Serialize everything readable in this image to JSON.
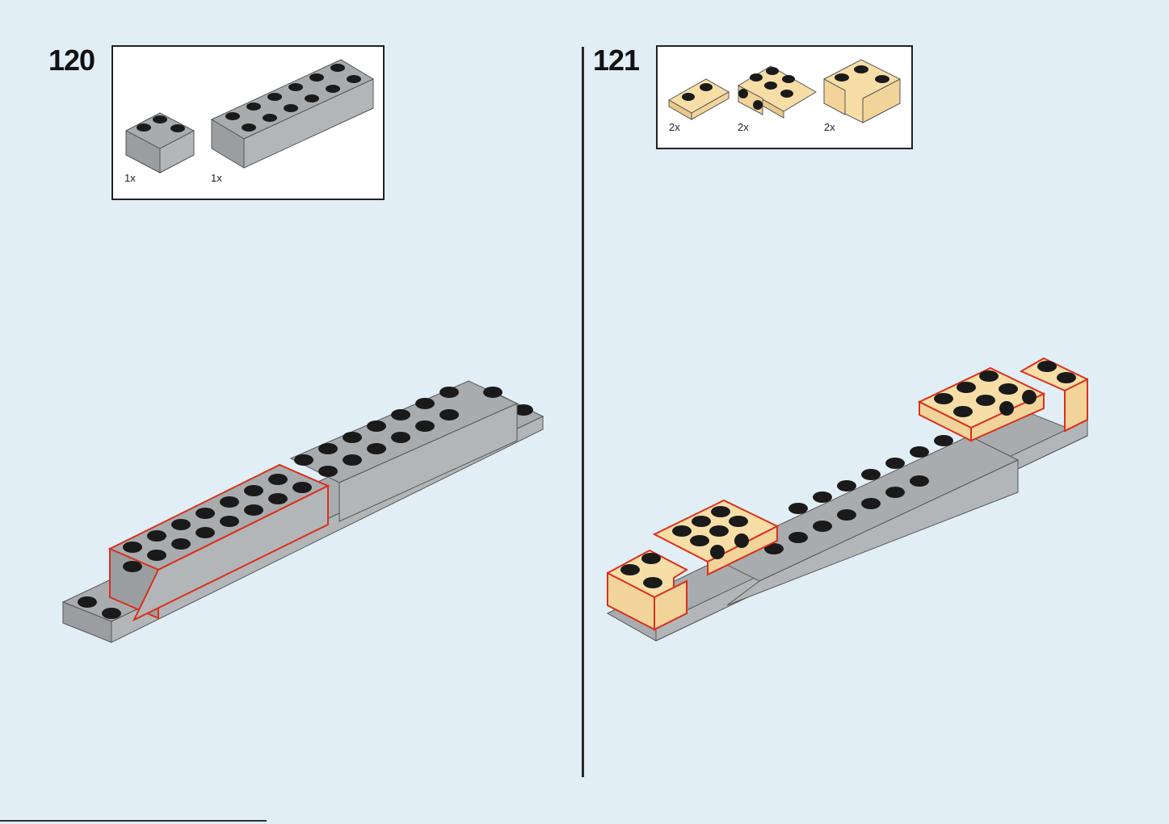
{
  "steps": [
    {
      "number": "120",
      "parts": [
        {
          "qty": "1x",
          "color": "gray",
          "shape": "L-corner-brick"
        },
        {
          "qty": "1x",
          "color": "gray",
          "shape": "brick-2x6"
        }
      ]
    },
    {
      "number": "121",
      "parts": [
        {
          "qty": "2x",
          "color": "tan",
          "shape": "plate-1x2"
        },
        {
          "qty": "2x",
          "color": "tan",
          "shape": "bracket-plate"
        },
        {
          "qty": "2x",
          "color": "tan",
          "shape": "L-corner-brick"
        }
      ]
    }
  ],
  "colors": {
    "background": "#e2eef5",
    "gray_top": "#a9acae",
    "gray_side": "#9b9ea0",
    "tan_top": "#f7dea7",
    "tan_side": "#f2d49b",
    "highlight": "#d9301c",
    "stud": "#1a1a1a"
  }
}
